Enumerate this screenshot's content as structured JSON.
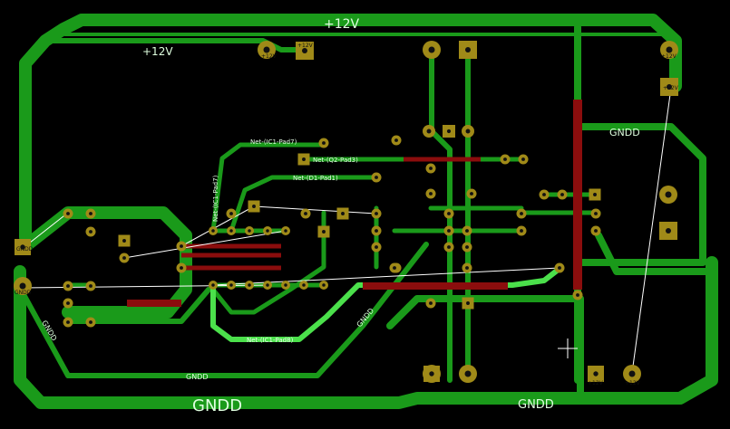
{
  "board": {
    "colors": {
      "background": "#000000",
      "front_copper": "#1a9a1a",
      "back_copper": "#8b0d0d",
      "pad_gold": "#a08a18",
      "highlight": "#4be04b",
      "ratsnest": "#ffffff"
    },
    "labels": {
      "plus12_top": "+12V",
      "plus12_left": "+12V",
      "gndd_bottom": "GNDD",
      "gndd_bottom_right": "GNDD",
      "gndd_right": "GNDD",
      "gndd_left": "GNDD",
      "gndd_small_bottom": "GNDD",
      "gndd_diag": "GNDD"
    },
    "net_labels": {
      "ic1_pad7": "Net-(IC1-Pad7)",
      "q2_pad3": "Net-(Q2-Pad3)",
      "d1_pad1": "Net-(D1-Pad1)",
      "ic1_pad7_vertical": "Net-(IC1-Pad7)",
      "ic1_pad8": "Net-(IC1-Pad8)"
    },
    "pad_texts": {
      "p12_top_a": "+12V",
      "p12_top_b": "+12V",
      "p12_right_top": "+12V",
      "p12_right_conn": "+12V",
      "p12_bottom_a": "+12V",
      "p12_bottom_b": "+12V",
      "gndd_left_pad": "GNDD",
      "gndd_left_conn": "GNDD"
    }
  }
}
